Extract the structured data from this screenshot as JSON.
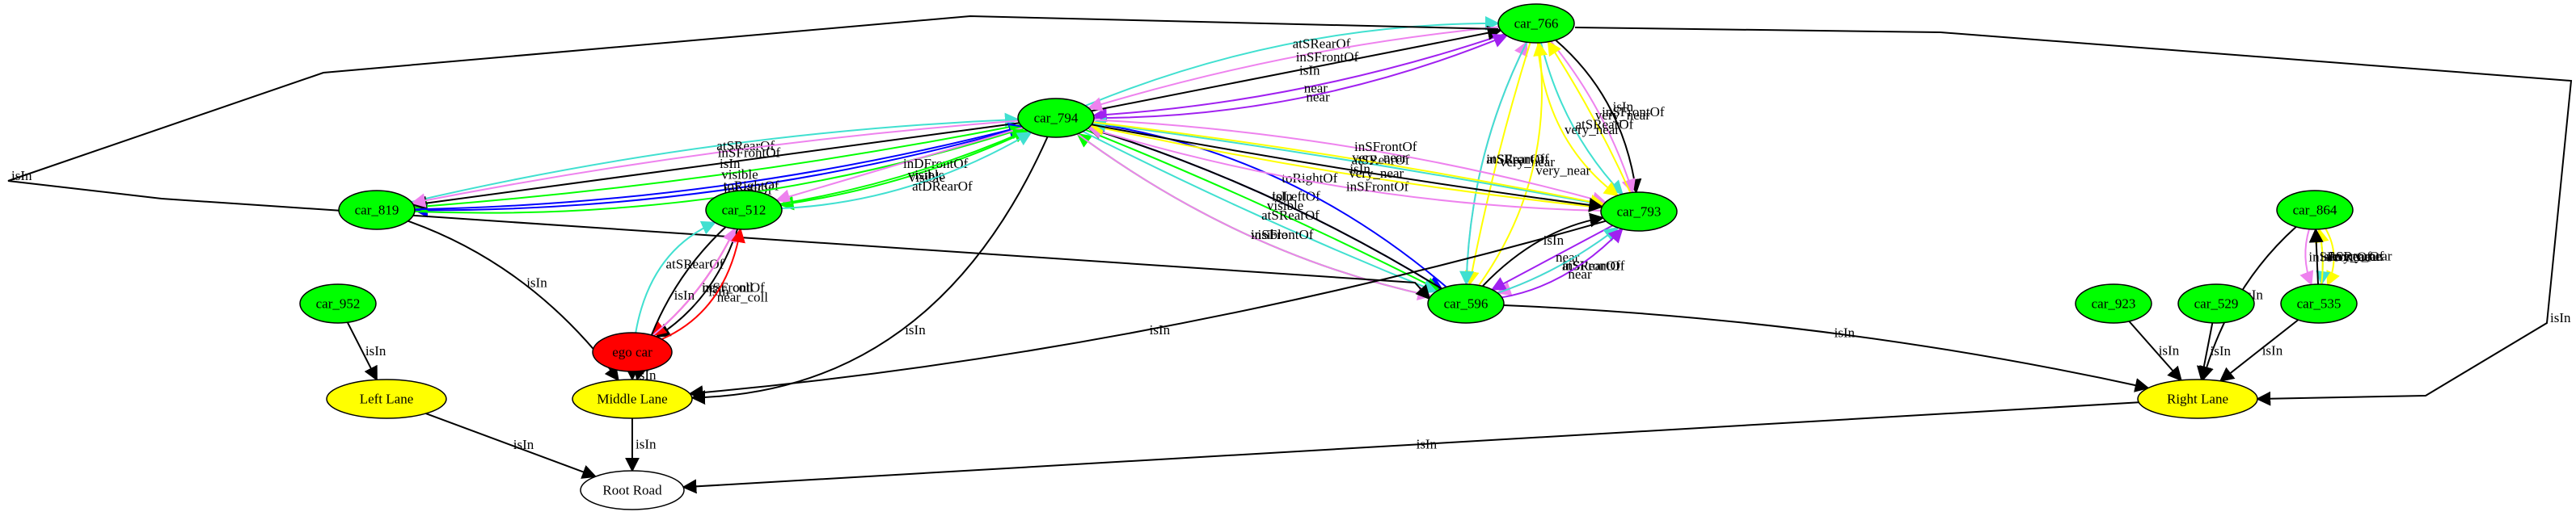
{
  "colors": {
    "car": "#00ff00",
    "ego": "#ff0000",
    "lane": "#ffff00",
    "road": "#ffffff",
    "outline": "#000000"
  },
  "nodes": [
    {
      "id": "car_766",
      "label": "car_766",
      "kind": "car"
    },
    {
      "id": "car_794",
      "label": "car_794",
      "kind": "car"
    },
    {
      "id": "car_819",
      "label": "car_819",
      "kind": "car"
    },
    {
      "id": "car_512",
      "label": "car_512",
      "kind": "car"
    },
    {
      "id": "car_793",
      "label": "car_793",
      "kind": "car"
    },
    {
      "id": "car_596",
      "label": "car_596",
      "kind": "car"
    },
    {
      "id": "car_864",
      "label": "car_864",
      "kind": "car"
    },
    {
      "id": "car_952",
      "label": "car_952",
      "kind": "car"
    },
    {
      "id": "car_923",
      "label": "car_923",
      "kind": "car"
    },
    {
      "id": "car_529",
      "label": "car_529",
      "kind": "car"
    },
    {
      "id": "car_535",
      "label": "car_535",
      "kind": "car"
    },
    {
      "id": "ego",
      "label": "ego car",
      "kind": "ego"
    },
    {
      "id": "left",
      "label": "Left Lane",
      "kind": "lane"
    },
    {
      "id": "middle",
      "label": "Middle Lane",
      "kind": "lane"
    },
    {
      "id": "right",
      "label": "Right Lane",
      "kind": "lane"
    },
    {
      "id": "root",
      "label": "Root Road",
      "kind": "road"
    }
  ],
  "edges": [
    {
      "from": "car_794",
      "to": "car_766",
      "label": "atSRearOf",
      "color": "#40e0d0"
    },
    {
      "from": "car_766",
      "to": "car_794",
      "label": "near",
      "color": "#a020f0"
    },
    {
      "from": "car_794",
      "to": "car_766",
      "label": "isIn",
      "color": "#000000"
    },
    {
      "from": "car_766",
      "to": "car_794",
      "label": "inSFrontOf",
      "color": "#ee82ee"
    },
    {
      "from": "car_794",
      "to": "car_766",
      "label": "near",
      "color": "#a020f0"
    },
    {
      "from": "car_766",
      "to": "car_793",
      "label": "isIn",
      "color": "#000000"
    },
    {
      "from": "car_766",
      "to": "car_793",
      "label": "inSFrontOf",
      "color": "#ee82ee"
    },
    {
      "from": "car_793",
      "to": "car_766",
      "label": "very_near",
      "color": "#ffff00"
    },
    {
      "from": "car_766",
      "to": "car_793",
      "label": "atSRearOf",
      "color": "#40e0d0"
    },
    {
      "from": "car_766",
      "to": "car_793",
      "label": "very_near",
      "color": "#ffff00"
    },
    {
      "from": "car_596",
      "to": "car_766",
      "label": "inSFrontOf",
      "color": "#ee82ee"
    },
    {
      "from": "car_766",
      "to": "car_596",
      "label": "very_near",
      "color": "#ffff00"
    },
    {
      "from": "car_766",
      "to": "car_596",
      "label": "atSRearOf",
      "color": "#40e0d0"
    },
    {
      "from": "car_596",
      "to": "car_766",
      "label": "very_near",
      "color": "#ffff00"
    },
    {
      "from": "car_766",
      "to": "right",
      "label": "isIn",
      "color": "#000000"
    },
    {
      "from": "car_794",
      "to": "middle",
      "label": "isIn",
      "color": "#000000"
    },
    {
      "from": "car_819",
      "to": "car_794",
      "label": "atSRearOf",
      "color": "#40e0d0"
    },
    {
      "from": "car_794",
      "to": "car_819",
      "label": "toLeftOf",
      "color": "#0000ff"
    },
    {
      "from": "car_794",
      "to": "car_819",
      "label": "visible",
      "color": "#00ff00"
    },
    {
      "from": "car_794",
      "to": "car_819",
      "label": "isIn",
      "color": "#000000"
    },
    {
      "from": "car_794",
      "to": "car_819",
      "label": "inSFrontOf",
      "color": "#ee82ee"
    },
    {
      "from": "car_819",
      "to": "car_794",
      "label": "toRightOf",
      "color": "#0000ff"
    },
    {
      "from": "car_819",
      "to": "car_794",
      "label": "visible",
      "color": "#00ff00"
    },
    {
      "from": "car_794",
      "to": "car_512",
      "label": "visible",
      "color": "#00ff00"
    },
    {
      "from": "car_794",
      "to": "car_512",
      "label": "inDFrontOf",
      "color": "#ee82ee"
    },
    {
      "from": "car_512",
      "to": "car_794",
      "label": "visible",
      "color": "#00ff00"
    },
    {
      "from": "car_512",
      "to": "car_794",
      "label": "atDRearOf",
      "color": "#40e0d0"
    },
    {
      "from": "car_596",
      "to": "car_794",
      "label": "visible",
      "color": "#00ff00"
    },
    {
      "from": "car_794",
      "to": "car_596",
      "label": "toLeftOf",
      "color": "#0000ff"
    },
    {
      "from": "car_794",
      "to": "car_596",
      "label": "visible",
      "color": "#00ff00"
    },
    {
      "from": "car_794",
      "to": "car_596",
      "label": "atSRearOf",
      "color": "#40e0d0"
    },
    {
      "from": "car_596",
      "to": "car_794",
      "label": "isIn",
      "color": "#000000"
    },
    {
      "from": "car_794",
      "to": "car_596",
      "label": "inSFrontOf",
      "color": "#ee82ee"
    },
    {
      "from": "car_596",
      "to": "car_794",
      "label": "toRightOf",
      "color": "#0000ff"
    },
    {
      "from": "car_793",
      "to": "car_794",
      "label": "inSFrontOf",
      "color": "#ee82ee"
    },
    {
      "from": "car_793",
      "to": "car_794",
      "label": "very_near",
      "color": "#ffff00"
    },
    {
      "from": "car_793",
      "to": "car_794",
      "label": "atSRearOf",
      "color": "#40e0d0"
    },
    {
      "from": "car_794",
      "to": "car_793",
      "label": "inSFrontOf",
      "color": "#ee82ee"
    },
    {
      "from": "car_794",
      "to": "car_793",
      "label": "very_near",
      "color": "#ffff00"
    },
    {
      "from": "car_794",
      "to": "car_793",
      "label": "isIn",
      "color": "#000000"
    },
    {
      "from": "car_819",
      "to": "middle",
      "label": "isIn",
      "color": "#000000"
    },
    {
      "from": "car_766",
      "to": "car_819",
      "label": "isIn",
      "color": "#000000"
    },
    {
      "from": "car_512",
      "to": "ego",
      "label": "isIn",
      "color": "#000000"
    },
    {
      "from": "ego",
      "to": "car_512",
      "label": "atSRearOf",
      "color": "#40e0d0"
    },
    {
      "from": "car_512",
      "to": "ego",
      "label": "near_coll",
      "color": "#ff0000"
    },
    {
      "from": "ego",
      "to": "car_512",
      "label": "inSFrontOf",
      "color": "#ee82ee"
    },
    {
      "from": "ego",
      "to": "car_512",
      "label": "near_coll",
      "color": "#ff0000"
    },
    {
      "from": "car_512",
      "to": "middle",
      "label": "isIn",
      "color": "#000000"
    },
    {
      "from": "ego",
      "to": "middle",
      "label": "isIn",
      "color": "#000000"
    },
    {
      "from": "car_596",
      "to": "car_793",
      "label": "isIn",
      "color": "#000000"
    },
    {
      "from": "car_793",
      "to": "car_596",
      "label": "inSFrontOf",
      "color": "#ee82ee"
    },
    {
      "from": "car_793",
      "to": "car_596",
      "label": "near",
      "color": "#a020f0"
    },
    {
      "from": "car_596",
      "to": "car_793",
      "label": "atSRearOf",
      "color": "#40e0d0"
    },
    {
      "from": "car_596",
      "to": "car_793",
      "label": "near",
      "color": "#a020f0"
    },
    {
      "from": "car_793",
      "to": "middle",
      "label": "isIn",
      "color": "#000000"
    },
    {
      "from": "car_596",
      "to": "right",
      "label": "isIn",
      "color": "#000000"
    },
    {
      "from": "car_864",
      "to": "car_535",
      "label": "very_near",
      "color": "#ffff00"
    },
    {
      "from": "car_864",
      "to": "car_535",
      "label": "atSRearOf",
      "color": "#40e0d0"
    },
    {
      "from": "car_535",
      "to": "car_864",
      "label": "very_near",
      "color": "#ffff00"
    },
    {
      "from": "car_535",
      "to": "car_864",
      "label": "isIn",
      "color": "#000000"
    },
    {
      "from": "car_864",
      "to": "car_535",
      "label": "inSFrontOf",
      "color": "#ee82ee"
    },
    {
      "from": "car_864",
      "to": "right",
      "label": "isIn",
      "color": "#000000"
    },
    {
      "from": "car_952",
      "to": "left",
      "label": "isIn",
      "color": "#000000"
    },
    {
      "from": "car_923",
      "to": "right",
      "label": "isIn",
      "color": "#000000"
    },
    {
      "from": "car_529",
      "to": "right",
      "label": "isIn",
      "color": "#000000"
    },
    {
      "from": "car_535",
      "to": "right",
      "label": "isIn",
      "color": "#000000"
    },
    {
      "from": "left",
      "to": "root",
      "label": "isIn",
      "color": "#000000"
    },
    {
      "from": "middle",
      "to": "root",
      "label": "isIn",
      "color": "#000000"
    },
    {
      "from": "right",
      "to": "root",
      "label": "isIn",
      "color": "#000000"
    }
  ]
}
